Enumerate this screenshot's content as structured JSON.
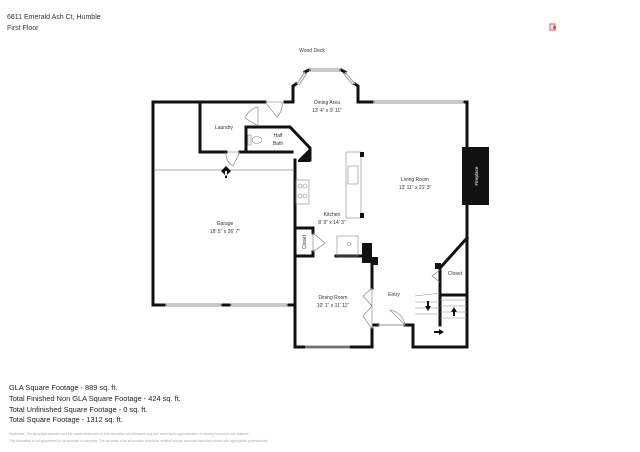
{
  "header": {
    "address": "6611 Emerald Ash Ct, Humble",
    "floor": "First Floor"
  },
  "brand_icon": {
    "name": "logo-icon",
    "color": "#d9534f"
  },
  "labels": {
    "wood_deck": "Wood Deck",
    "dining_area": {
      "name": "Dining Area",
      "dims": "13' 4\" x 9' 11\""
    },
    "laundry": "Laundry",
    "half_bath": {
      "line1": "Half",
      "line2": "Bath"
    },
    "living_room": {
      "name": "Living Room",
      "dims": "13' 11\" x 21' 3\""
    },
    "fireplace": "Fireplace",
    "garage": {
      "name": "Garage",
      "dims": "18' 5\" x 26' 7\""
    },
    "kitchen": {
      "name": "Kitchen",
      "dims": "8' 9\" x 14' 3\""
    },
    "closet_kitchen": "Closet",
    "closet_stairs": "Closet",
    "dining_room": {
      "name": "Dining Room",
      "dims": "10' 1\" x 11' 11\""
    },
    "entry": "Entry"
  },
  "stats": [
    "GLA Square Footage - 889 sq. ft.",
    "Total Finished Non GLA Square Footage - 424 sq. ft.",
    "Total Unfinished Square Footage - 0 sq. ft.",
    "Total Square Footage - 1312 sq. ft."
  ],
  "disclaimer": [
    "Disclaimer: The floorplans depicted and the stated dimensions in this illustration are indicative only and serve as an approximation of existing structures and features.",
    "This illustration is not guaranteed to be accurate or complete. The accuracy of all information should be verified through personal inspection and/or with appropriate professionals."
  ]
}
